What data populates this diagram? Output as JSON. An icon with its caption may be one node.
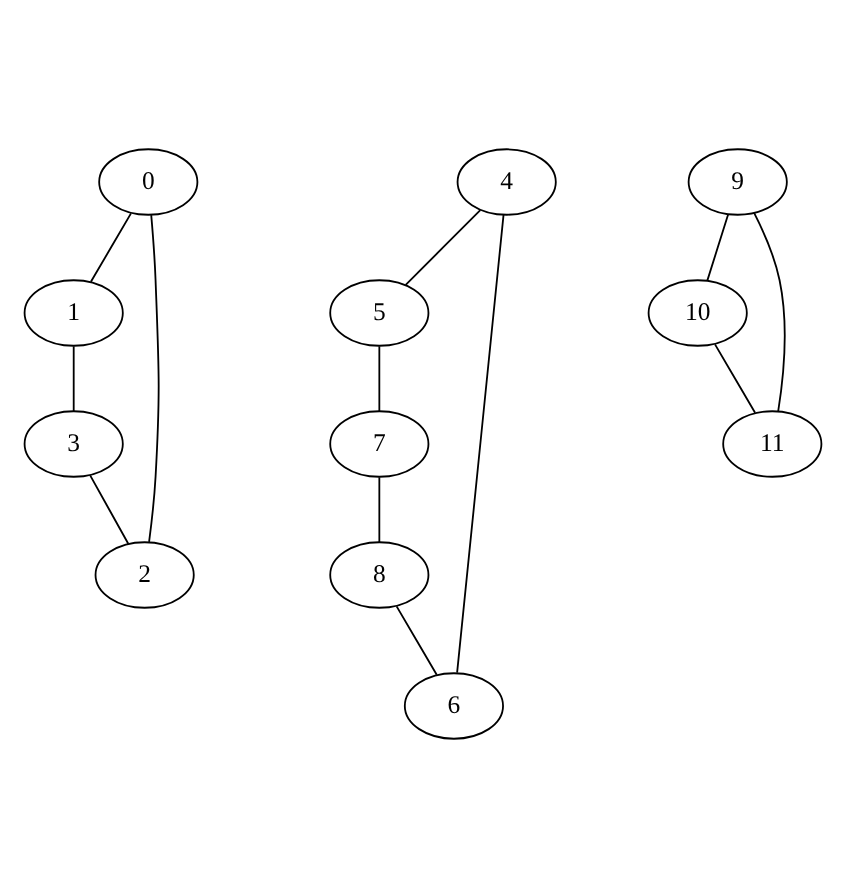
{
  "diagram": {
    "nodes": [
      {
        "text": [
          "0"
        ]
      },
      {
        "text": [
          "1"
        ]
      },
      {
        "text": [
          "2"
        ]
      },
      {
        "text": [
          "3"
        ]
      },
      {
        "text": [
          "4"
        ]
      },
      {
        "text": [
          "5"
        ]
      },
      {
        "text": [
          "6"
        ]
      },
      {
        "text": [
          "7"
        ]
      },
      {
        "text": [
          "8"
        ]
      },
      {
        "text": [
          "9"
        ]
      },
      {
        "text": [
          "10"
        ]
      },
      {
        "text": [
          "11"
        ]
      }
    ],
    "edges": [
      {
        "from": 0,
        "to": 1,
        "arrow": "none"
      },
      {
        "from": 0,
        "to": 2,
        "arrow": "none"
      },
      {
        "from": 1,
        "to": 3,
        "arrow": "none"
      },
      {
        "from": 3,
        "to": 2,
        "arrow": "none"
      },
      {
        "from": 4,
        "to": 5,
        "arrow": "none"
      },
      {
        "from": 4,
        "to": 6,
        "arrow": "none"
      },
      {
        "from": 5,
        "to": 7,
        "arrow": "none"
      },
      {
        "from": 7,
        "to": 8,
        "arrow": "none"
      },
      {
        "from": 8,
        "to": 6,
        "arrow": "none"
      },
      {
        "from": 9,
        "to": 10,
        "arrow": "none"
      },
      {
        "from": 9,
        "to": 11,
        "arrow": "none"
      },
      {
        "from": 10,
        "to": 11,
        "arrow": "none"
      }
    ]
  }
}
